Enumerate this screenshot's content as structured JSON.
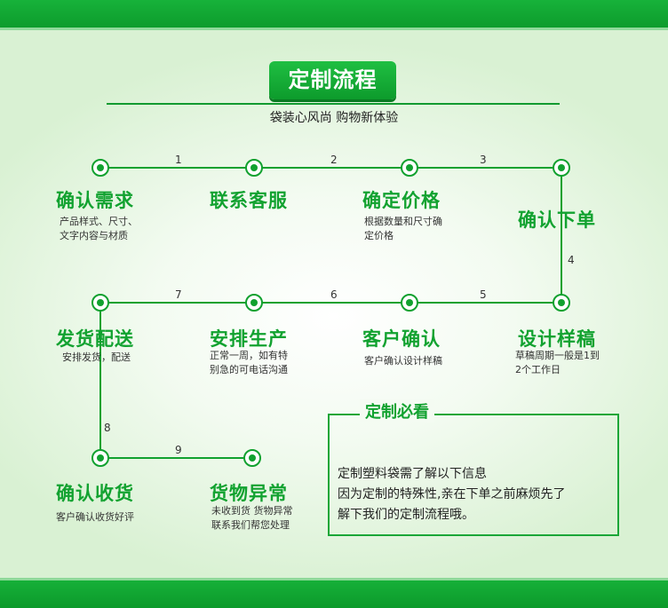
{
  "header": {
    "title": "定制流程",
    "subtitle": "袋装心风尚 购物新体验"
  },
  "steps": [
    {
      "title": "确认需求",
      "desc": [
        "产品样式、尺寸、",
        "文字内容与材质"
      ]
    },
    {
      "title": "联系客服",
      "desc": []
    },
    {
      "title": "确定价格",
      "desc": [
        "根据数量和尺寸确",
        "定价格"
      ]
    },
    {
      "title": "确认下单",
      "desc": []
    },
    {
      "title": "设计样稿",
      "desc": [
        "草稿周期一般是1到",
        "2个工作日"
      ]
    },
    {
      "title": "客户确认",
      "desc": [
        "客户确认设计样稿"
      ]
    },
    {
      "title": "安排生产",
      "desc": [
        "正常一周，如有特",
        "别急的可电话沟通"
      ]
    },
    {
      "title": "发货配送",
      "desc": [
        "安排发货，配送"
      ]
    },
    {
      "title": "确认收货",
      "desc": [
        "客户确认收货好评"
      ]
    },
    {
      "title": "货物异常",
      "desc": [
        "未收到货 货物异常",
        "联系我们帮您处理"
      ]
    }
  ],
  "connectors": [
    "1",
    "2",
    "3",
    "4",
    "5",
    "6",
    "7",
    "8",
    "9"
  ],
  "notice": {
    "title": "定制必看",
    "lines": [
      "定制塑料袋需了解以下信息",
      "因为定制的特殊性,亲在下单之前麻烦先了",
      "解下我们的定制流程哦。"
    ]
  },
  "colors": {
    "accent": "#12a230",
    "band": "#0c9a2b"
  }
}
